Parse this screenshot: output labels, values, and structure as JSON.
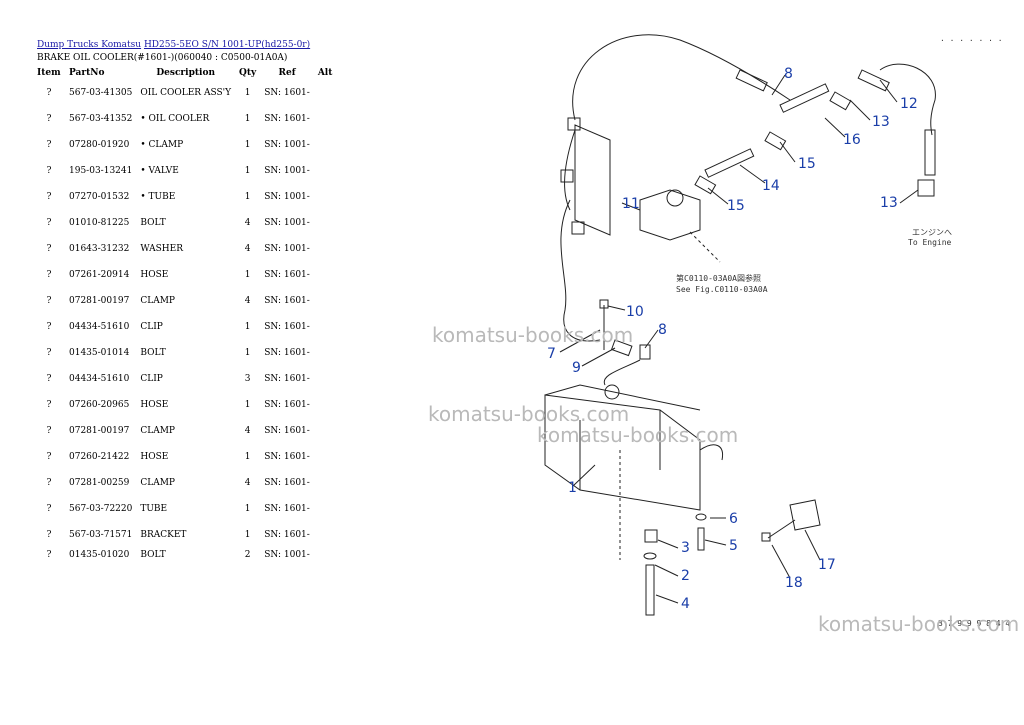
{
  "breadcrumb": {
    "link1": "Dump Trucks Komatsu",
    "link2": "HD255-5EO S/N 1001-UP(hd255-0r)"
  },
  "subtitle": "BRAKE OIL COOLER(#1601-)(060040 : C0500-01A0A)",
  "table": {
    "headers": [
      "Item",
      "PartNo",
      "Description",
      "Qty",
      "Ref",
      "Alt"
    ],
    "rows": [
      {
        "item": "?",
        "part": "567-03-41305",
        "desc": "OIL COOLER ASS'Y",
        "qty": "1",
        "ref": "SN: 1601-",
        "alt": ""
      },
      {
        "item": "?",
        "part": "567-03-41352",
        "desc": "• OIL COOLER",
        "qty": "1",
        "ref": "SN: 1601-",
        "alt": ""
      },
      {
        "item": "?",
        "part": "07280-01920",
        "desc": "• CLAMP",
        "qty": "1",
        "ref": "SN: 1001-",
        "alt": ""
      },
      {
        "item": "?",
        "part": "195-03-13241",
        "desc": "• VALVE",
        "qty": "1",
        "ref": "SN: 1001-",
        "alt": ""
      },
      {
        "item": "?",
        "part": "07270-01532",
        "desc": "• TUBE",
        "qty": "1",
        "ref": "SN: 1001-",
        "alt": ""
      },
      {
        "item": "?",
        "part": "01010-81225",
        "desc": "BOLT",
        "qty": "4",
        "ref": "SN: 1001-",
        "alt": ""
      },
      {
        "item": "?",
        "part": "01643-31232",
        "desc": "WASHER",
        "qty": "4",
        "ref": "SN: 1001-",
        "alt": ""
      },
      {
        "item": "?",
        "part": "07261-20914",
        "desc": "HOSE",
        "qty": "1",
        "ref": "SN: 1601-",
        "alt": ""
      },
      {
        "item": "?",
        "part": "07281-00197",
        "desc": "CLAMP",
        "qty": "4",
        "ref": "SN: 1601-",
        "alt": ""
      },
      {
        "item": "?",
        "part": "04434-51610",
        "desc": "CLIP",
        "qty": "1",
        "ref": "SN: 1601-",
        "alt": ""
      },
      {
        "item": "?",
        "part": "01435-01014",
        "desc": "BOLT",
        "qty": "1",
        "ref": "SN: 1601-",
        "alt": ""
      },
      {
        "item": "?",
        "part": "04434-51610",
        "desc": "CLIP",
        "qty": "3",
        "ref": "SN: 1601-",
        "alt": ""
      },
      {
        "item": "?",
        "part": "07260-20965",
        "desc": "HOSE",
        "qty": "1",
        "ref": "SN: 1601-",
        "alt": ""
      },
      {
        "item": "?",
        "part": "07281-00197",
        "desc": "CLAMP",
        "qty": "4",
        "ref": "SN: 1601-",
        "alt": ""
      },
      {
        "item": "?",
        "part": "07260-21422",
        "desc": "HOSE",
        "qty": "1",
        "ref": "SN: 1601-",
        "alt": ""
      },
      {
        "item": "?",
        "part": "07281-00259",
        "desc": "CLAMP",
        "qty": "4",
        "ref": "SN: 1601-",
        "alt": ""
      },
      {
        "item": "?",
        "part": "567-03-72220",
        "desc": "TUBE",
        "qty": "1",
        "ref": "SN: 1601-",
        "alt": ""
      },
      {
        "item": "?",
        "part": "567-03-71571",
        "desc": "BRACKET",
        "qty": "1",
        "ref": "SN: 1601-",
        "alt": ""
      },
      {
        "item": "?",
        "part": "01435-01020",
        "desc": "BOLT",
        "qty": "2",
        "ref": "SN: 1001-",
        "alt": ""
      }
    ]
  },
  "diagram": {
    "callouts": [
      "1",
      "2",
      "3",
      "4",
      "5",
      "6",
      "7",
      "8",
      "8",
      "9",
      "10",
      "11",
      "12",
      "13",
      "13",
      "14",
      "15",
      "15",
      "16",
      "17",
      "18"
    ],
    "note_see_jp": "第C0110-03A0A図参照",
    "note_see_en": "See Fig.C0110-03A0A",
    "note_engine_jp": "エンジンへ",
    "note_engine_en": "To Engine",
    "corner_dots": ". . . . . . .",
    "figure_code": "3 7 9 9 9 8 4 4"
  },
  "watermarks": [
    "komatsu-books.com",
    "komatsu-books.com",
    "komatsu-books.com",
    "komatsu-books.com"
  ]
}
